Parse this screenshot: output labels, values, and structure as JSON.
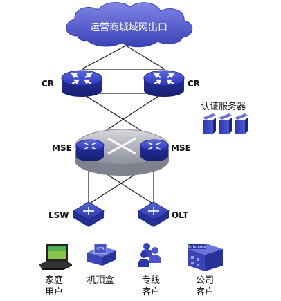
{
  "cloud": {
    "label": "运营商城域网出口"
  },
  "devices": {
    "cr_left": "CR",
    "cr_right": "CR",
    "mse_left": "MSE",
    "mse_right": "MSE",
    "lsw": "LSW",
    "olt": "OLT",
    "auth_server": "认证服务器"
  },
  "endpoints": [
    {
      "line1": "家庭",
      "line2": "用户"
    },
    {
      "line1": "机顶盒",
      "line2": ""
    },
    {
      "line1": "专线",
      "line2": "客户"
    },
    {
      "line1": "公司",
      "line2": "客户"
    }
  ],
  "device_labels": {
    "stb": "STB",
    "enterprise": "Enterprise"
  },
  "colors": {
    "cloud": "#4a50c4",
    "router": "#2a36b8",
    "chassis": "#a9aab4",
    "switch": "#3540b0",
    "line": "#1a1a1a"
  }
}
